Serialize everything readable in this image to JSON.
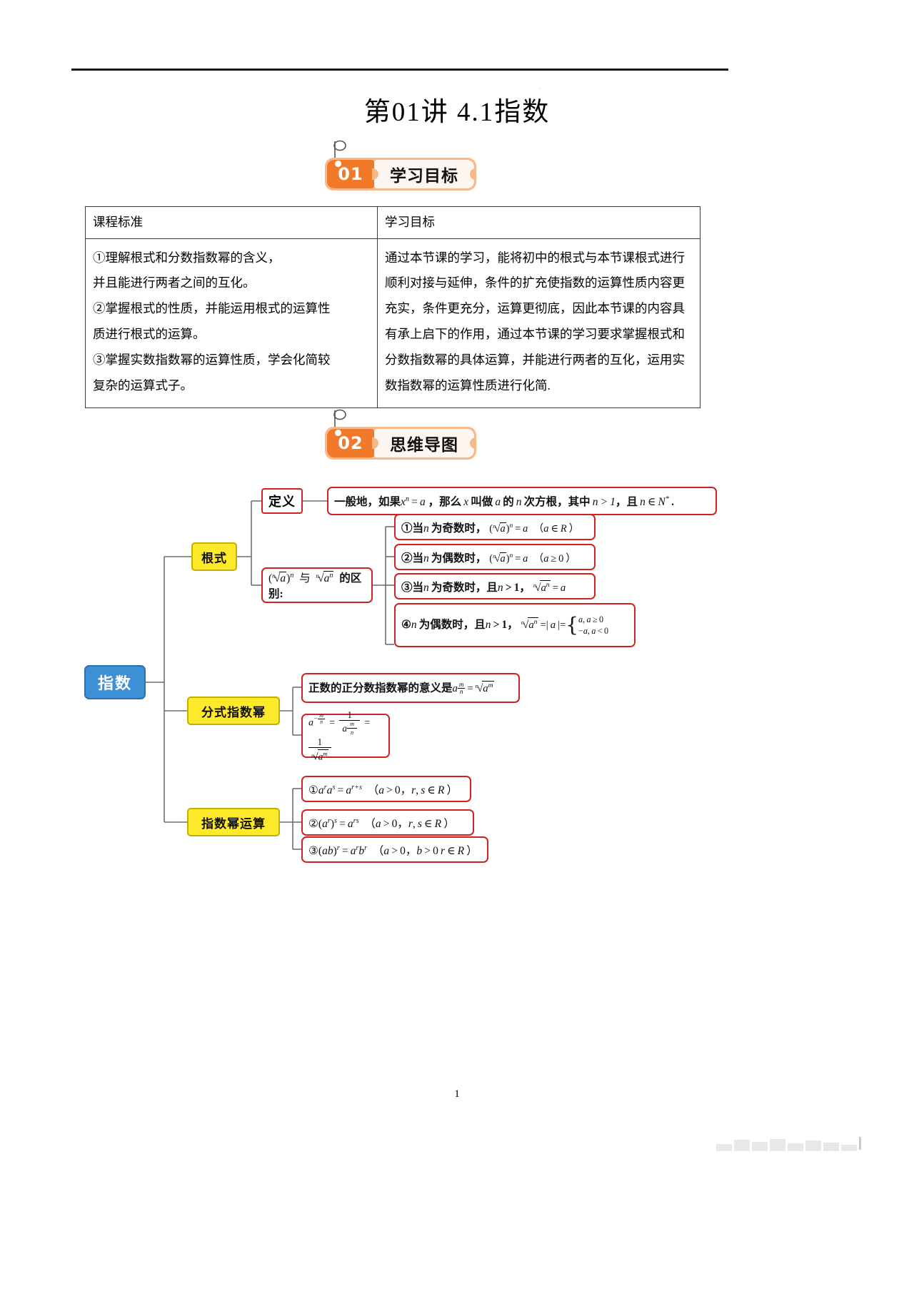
{
  "document": {
    "title": "第01讲 4.1指数",
    "page_number": "1"
  },
  "sections": [
    {
      "number": "01",
      "label": "学习目标"
    },
    {
      "number": "02",
      "label": "思维导图"
    }
  ],
  "objectives_table": {
    "headers": [
      "课程标准",
      "学习目标"
    ],
    "left_lines": [
      "①理解根式和分数指数幂的含义，",
      "并且能进行两者之间的互化。",
      "②掌握根式的性质，并能运用根式的运算性",
      "质进行根式的运算。",
      "③掌握实数指数幂的运算性质，学会化简较",
      "复杂的运算式子。"
    ],
    "right_lines": [
      "通过本节课的学习，能将初中的根式与本节课根式进行",
      "顺利对接与延伸，条件的扩充使指数的运算性质内容更",
      "充实，条件更充分，运算更彻底，因此本节课的内容具",
      "有承上启下的作用，通过本节课的学习要求掌握根式和",
      "分数指数幂的具体运算，并能进行两者的互化，运用实",
      "数指数幂的运算性质进行化简."
    ]
  },
  "mindmap": {
    "root": "指数",
    "branches": [
      {
        "label": "根式",
        "children": [
          {
            "label": "定义"
          },
          {
            "label": "(ⁿ√a)ⁿ 与 ⁿ√aⁿ 的区别:"
          }
        ]
      },
      {
        "label": "分式指数幂"
      },
      {
        "label": "指数幂运算"
      }
    ],
    "definition_text": {
      "lead": "一般地，如果",
      "eq": "xⁿ = a",
      "mid1": "，那么",
      "x": "x",
      "mid2": "叫做",
      "a": "a",
      "mid3": "的",
      "n": "n",
      "mid4": "次方根，其中",
      "cond1": "n > 1",
      "mid5": "，且",
      "cond2": "n ∈ N*",
      "tail": "."
    },
    "radical_rules": [
      {
        "id": "①",
        "cond": "当n为奇数时，",
        "formula": "(ⁿ√a)ⁿ = a",
        "domain": "（a ∈ R）"
      },
      {
        "id": "②",
        "cond": "当n为偶数时，",
        "formula": "(ⁿ√a)ⁿ = a",
        "domain": "（a ≥ 0）"
      },
      {
        "id": "③",
        "cond": "当n为奇数时，且n > 1，",
        "formula": "ⁿ√aⁿ = a",
        "domain": ""
      },
      {
        "id": "④",
        "cond": "n为偶数时，且n > 1，",
        "formula": "ⁿ√aⁿ = |a| =",
        "domain": "",
        "cases": [
          "a, a ≥ 0",
          "−a, a < 0"
        ]
      }
    ],
    "fraction_power": [
      {
        "text": "正数的正分数指数幂的意义是",
        "formula": "a^(m/n) = ⁿ√(aᵐ)"
      },
      {
        "text": "",
        "formula": "a^(−m/n) = 1 / a^(m/n) = 1 / ⁿ√(aᵐ)"
      }
    ],
    "power_rules": [
      {
        "id": "①",
        "formula": "aʳaˢ = aʳ⁺ˢ",
        "domain": "（a > 0，r, s ∈ R）"
      },
      {
        "id": "②",
        "formula": "(aʳ)ˢ = aʳˢ",
        "domain": "（a > 0，r, s ∈ R）"
      },
      {
        "id": "③",
        "formula": "(ab)ʳ = aʳbʳ",
        "domain": "（a > 0，b > 0 r ∈ R）"
      }
    ]
  },
  "colors": {
    "badge_orange": "#f07a2a",
    "badge_light": "#f7b98a",
    "node_red": "#cf2222",
    "node_yellow": "#ffe92b",
    "node_blue": "#3d8fd6"
  }
}
